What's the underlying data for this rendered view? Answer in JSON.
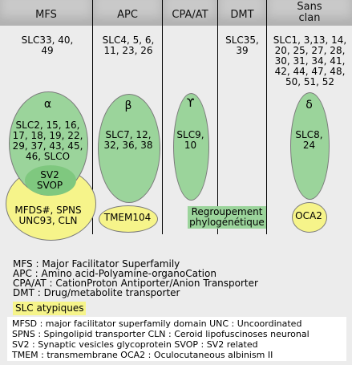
{
  "columns": [
    {
      "header": "MFS",
      "members": "SLC33, 40, 49"
    },
    {
      "header": "APC",
      "members": "SLC4, 5, 6, 11, 23, 26"
    },
    {
      "header": "CPA/AT",
      "members": ""
    },
    {
      "header": "DMT",
      "members": "SLC35, 39"
    },
    {
      "header": "Sans clan",
      "members": "SLC1, 3,13, 14, 20, 25, 27, 28, 30, 31, 34, 41, 42, 44, 47, 48, 50, 51, 52"
    }
  ],
  "ovals": {
    "alpha": {
      "symbol": "α",
      "text": "SLC2, 15, 16, 17, 18, 19, 22, 29, 37, 43, 45, 46, SLCO"
    },
    "overlap": {
      "text": "SV2 SVOP"
    },
    "mfs_yellow": {
      "text": "MFDS#, SPNS UNC93, CLN"
    },
    "beta": {
      "symbol": "β",
      "text": "SLC7, 12, 32, 36, 38"
    },
    "tmem": {
      "text": "TMEM104"
    },
    "gamma": {
      "symbol": "ϒ",
      "text": "SLC9, 10"
    },
    "delta": {
      "symbol": "δ",
      "text": "SLC8, 24"
    },
    "oca2": {
      "text": "OCA2"
    }
  },
  "phylo_label": "Regroupement phylogénétique",
  "legend": [
    "MFS : Major Facilitator Superfamily",
    "APC : Amino acid-Polyamine-organoCation",
    "CPA/AT : CationProton Antiporter/Anion Transporter",
    "DMT : Drug/metabolite transporter"
  ],
  "atypical_title": "SLC atypiques",
  "atypical_defs": [
    "MFSD : major facilitator superfamily domain  UNC : Uncoordinated",
    "SPNS : Spingolipid transporter CLN : Ceroid lipofuscinoses neuronal",
    "SV2 : Synaptic vesicles glycoprotein SVOP : SV2 related",
    "TMEM : transmembrane OCA2 :  Oculocutaneous albinism II"
  ],
  "colors": {
    "green": "#9bd49b",
    "yellow": "#f6f48a",
    "header": "#c9c9c9",
    "background": "#ececec"
  }
}
